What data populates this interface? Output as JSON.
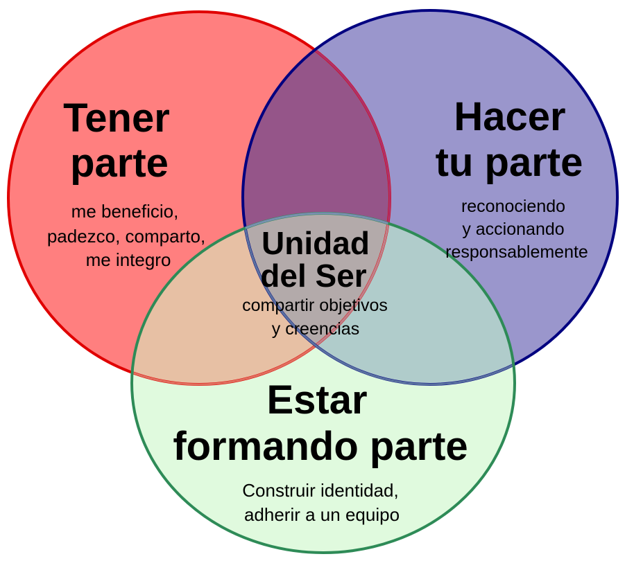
{
  "diagram": {
    "type": "venn-3",
    "colors": {
      "red_fill": "#FF7F7F",
      "red_stroke": "#E00000",
      "blue_fill": "#9A96CC",
      "blue_stroke": "#000080",
      "green_fill": "#E0FADE",
      "green_stroke": "#2E8B57",
      "red_blue_overlap": "#955589",
      "red_green_overlap": "#E7C0A4",
      "blue_green_overlap": "#B0CCCB",
      "center_overlap": "#B3AAAA"
    },
    "circles": [
      {
        "id": "tener",
        "title_lines": [
          "Tener",
          "parte"
        ],
        "desc_lines": [
          "me beneficio,",
          "padezco, comparto,",
          "me integro"
        ]
      },
      {
        "id": "hacer",
        "title_lines": [
          "Hacer",
          "tu parte"
        ],
        "desc_lines": [
          "reconociendo",
          "y accionando",
          "responsablemente"
        ]
      },
      {
        "id": "estar",
        "title_lines": [
          "Estar",
          "formando parte"
        ],
        "desc_lines": [
          "Construir identidad,",
          "adherir a un equipo"
        ]
      }
    ],
    "center": {
      "title_lines": [
        "Unidad",
        "del Ser"
      ],
      "desc_lines": [
        "compartir objetivos",
        "y creencias"
      ]
    }
  }
}
